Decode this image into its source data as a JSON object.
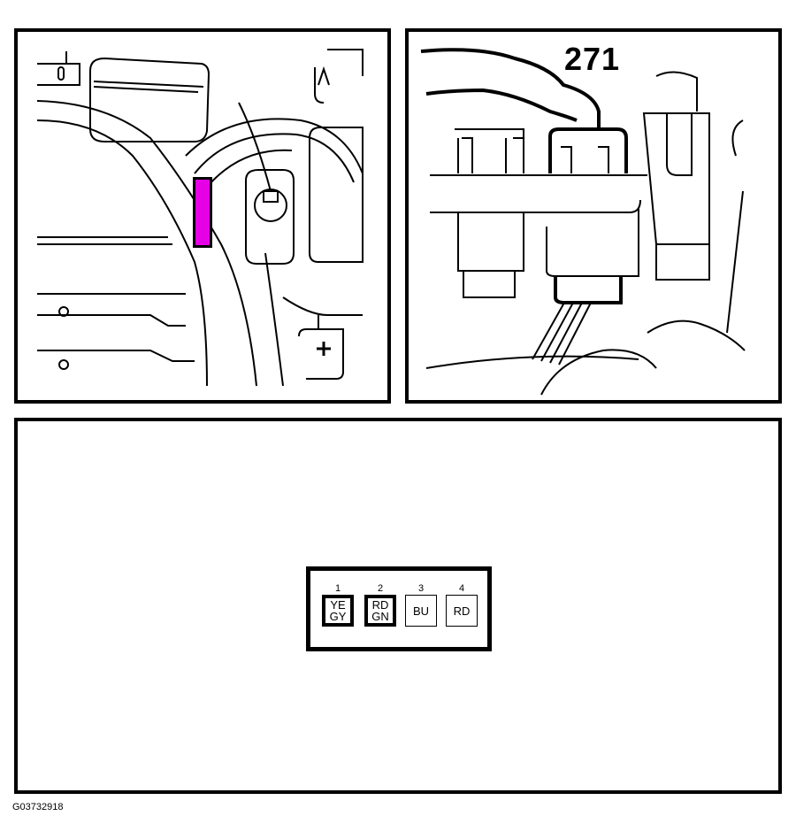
{
  "diagram": {
    "panels": {
      "left": {
        "description": "engine bay location view",
        "highlight_color": "#ff00ff"
      },
      "right": {
        "callout_label": "271",
        "description": "connector location view"
      },
      "bottom": {
        "connector": {
          "pins": [
            {
              "number": "1",
              "wires": [
                "YE",
                "GY"
              ],
              "used": true
            },
            {
              "number": "2",
              "wires": [
                "RD",
                "GN"
              ],
              "used": true
            },
            {
              "number": "3",
              "wires": [
                "BU"
              ],
              "used": false
            },
            {
              "number": "4",
              "wires": [
                "RD"
              ],
              "used": false
            }
          ]
        }
      }
    },
    "figure_code": "G03732918"
  }
}
